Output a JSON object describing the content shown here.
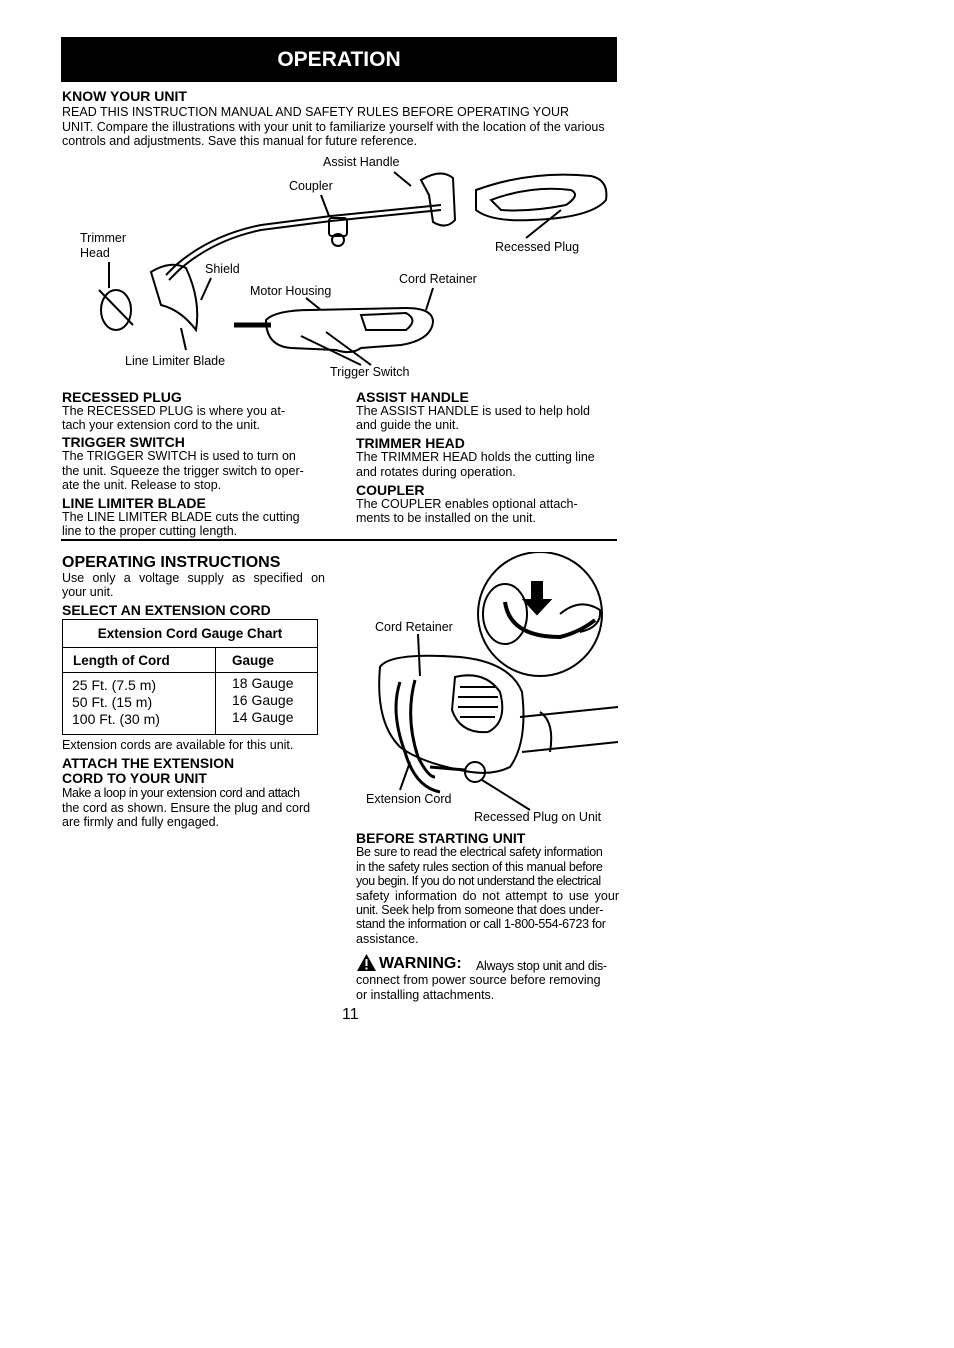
{
  "header": {
    "title": "OPERATION"
  },
  "know_unit": {
    "heading": "KNOW YOUR UNIT",
    "line1": "READ THIS INSTRUCTION MANUAL AND SAFETY RULES BEFORE OPERATING YOUR",
    "line2": "UNIT. Compare the illustrations with your unit to familiarize yourself with the location of the various",
    "line3": "controls and adjustments. Save this manual for future reference."
  },
  "diagram1": {
    "labels": {
      "assist_handle": "Assist Handle",
      "coupler": "Coupler",
      "trimmer_head": "Trimmer\nHead",
      "recessed_plug": "Recessed Plug",
      "shield": "Shield",
      "cord_retainer": "Cord Retainer",
      "motor_housing": "Motor Housing",
      "line_limiter_blade": "Line Limiter Blade",
      "trigger_switch": "Trigger Switch"
    }
  },
  "parts": {
    "recessed_plug": {
      "heading": "RECESSED PLUG",
      "l1": "The RECESSED PLUG is where you at-",
      "l2": "tach your extension cord to the unit."
    },
    "trigger_switch": {
      "heading": "TRIGGER SWITCH",
      "l1": "The TRIGGER SWITCH is used to turn on",
      "l2": "the unit. Squeeze the trigger switch to oper-",
      "l3": "ate the unit. Release to stop."
    },
    "line_limiter_blade": {
      "heading": "LINE LIMITER BLADE",
      "l1": "The LINE LIMITER BLADE cuts the cutting",
      "l2": "line to the proper cutting length."
    },
    "assist_handle": {
      "heading": "ASSIST HANDLE",
      "l1": "The ASSIST HANDLE is used to help hold",
      "l2": "and guide the unit."
    },
    "trimmer_head": {
      "heading": "TRIMMER HEAD",
      "l1": "The TRIMMER HEAD holds the cutting line",
      "l2": "and rotates during operation."
    },
    "coupler": {
      "heading": "COUPLER",
      "l1": "The COUPLER enables optional attach-",
      "l2": "ments to be installed on the unit."
    }
  },
  "operating": {
    "heading": "OPERATING INSTRUCTIONS",
    "l1": "Use only a voltage supply as specified on",
    "l2": "your unit.",
    "select_heading": "SELECT AN EXTENSION CORD",
    "chart": {
      "title": "Extension Cord Gauge Chart",
      "col1": "Length of Cord",
      "col2": "Gauge",
      "lengths": [
        "25 Ft. (7.5 m)",
        "50 Ft. (15 m)",
        "100 Ft. (30 m)"
      ],
      "gauges": [
        "18 Gauge",
        "16 Gauge",
        "14 Gauge"
      ]
    },
    "available_note": "Extension cords are available for this unit.",
    "attach_heading1": "ATTACH THE EXTENSION",
    "attach_heading2": "CORD TO YOUR UNIT",
    "attach_l1": "Make a loop in your extension cord and attach",
    "attach_l2": "the cord as shown. Ensure the plug and cord",
    "attach_l3": "are firmly and fully engaged."
  },
  "diagram2": {
    "labels": {
      "cord_retainer": "Cord Retainer",
      "extension_cord": "Extension Cord",
      "recessed_plug_on_unit": "Recessed Plug on Unit"
    }
  },
  "before_starting": {
    "heading": "BEFORE STARTING UNIT",
    "lines": [
      "Be sure to read the electrical safety information",
      "in the safety rules section of this manual before",
      "you begin. If you do not understand the electrical",
      "safety information do not attempt to use your",
      "unit. Seek help from someone that does under-",
      "stand the information or call 1-800-554-6723 for",
      "assistance."
    ]
  },
  "warning": {
    "label": "WARNING:",
    "l1": "Always stop unit and dis-",
    "l2": "connect from power source before removing",
    "l3": "or installing attachments."
  },
  "page_number": "11"
}
